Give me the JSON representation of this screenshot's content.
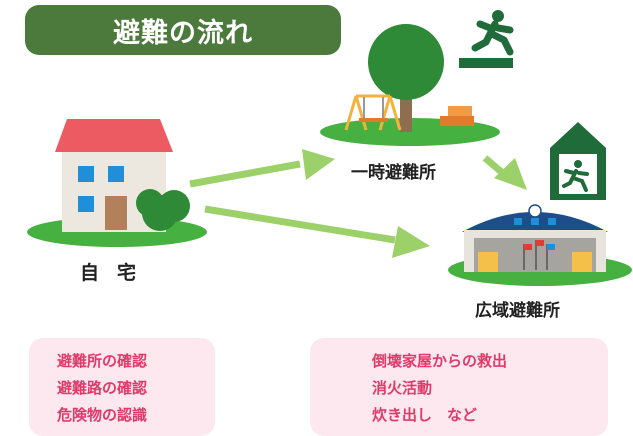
{
  "title": "避難の流れ",
  "places": {
    "home": "自宅",
    "temporary_site": "一時避難所",
    "wide_area_site": "広域避難所"
  },
  "actions_left": [
    "避難所の確認",
    "避難路の確認",
    "危険物の認識"
  ],
  "actions_right": [
    "倒壊家屋からの救出",
    "消火活動",
    "炊き出し　など"
  ],
  "icons": [
    "evacuation-exit-icon",
    "evacuation-shelter-icon"
  ],
  "colors": {
    "title_bg": "#4b7a3c",
    "arrow": "#9cd16a",
    "grass": "#46b040",
    "box_bg": "#fce8ee",
    "box_text": "#e03a6a"
  }
}
